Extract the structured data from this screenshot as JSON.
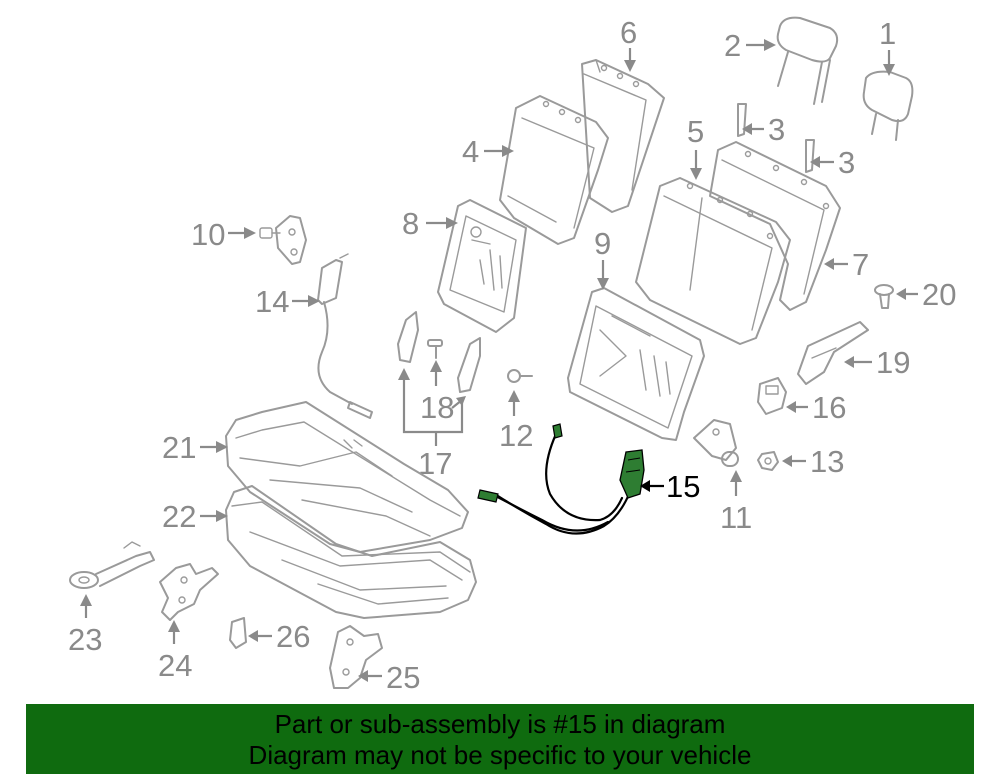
{
  "banner": {
    "line1": "Part or sub-assembly is #15 in diagram",
    "line2": "Diagram may not be specific to your vehicle"
  },
  "colors": {
    "highlight_part": "#2e7d32",
    "banner_background": "#0f6b0f",
    "line_gray": "#9a9a9a",
    "label_gray": "#8a8a8a"
  },
  "highlighted_part": "15",
  "callouts": {
    "p1": "1",
    "p2": "2",
    "p3a": "3",
    "p3b": "3",
    "p4": "4",
    "p5": "5",
    "p6": "6",
    "p7": "7",
    "p8": "8",
    "p9": "9",
    "p10": "10",
    "p11": "11",
    "p12": "12",
    "p13": "13",
    "p14": "14",
    "p15": "15",
    "p16": "16",
    "p17": "17",
    "p18": "18",
    "p19": "19",
    "p20": "20",
    "p21": "21",
    "p22": "22",
    "p23": "23",
    "p24": "24",
    "p25": "25",
    "p26": "26"
  }
}
